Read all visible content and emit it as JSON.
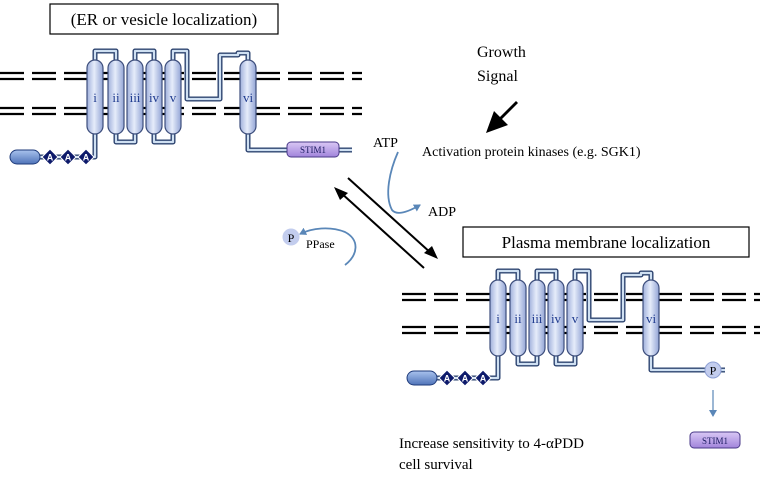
{
  "top_complex": {
    "label": "(ER or vesicle localization)",
    "helices": [
      "i",
      "ii",
      "iii",
      "iv",
      "v",
      "vi"
    ],
    "stim_label": "STIM1",
    "tail_letters": [
      "A",
      "A",
      "A"
    ]
  },
  "bottom_complex": {
    "label": "Plasma membrane localization",
    "helices": [
      "i",
      "ii",
      "iii",
      "iv",
      "v",
      "vi"
    ],
    "phospho_label": "P",
    "tail_letters": [
      "A",
      "A",
      "A"
    ]
  },
  "growth_signal": {
    "line1": "Growth",
    "line2": "Signal"
  },
  "kinase_text": "Activation  protein  kinases (e.g. SGK1)",
  "atp": "ATP",
  "adp": "ADP",
  "pi_label": "P",
  "ppase": "PPase",
  "released_stim": "STIM1",
  "outcome": {
    "line1": "Increase sensitivity to 4-αPDD",
    "line2": "cell survival"
  },
  "colors": {
    "helix_fill": "#c9d3ee",
    "helix_stroke": "#3d4e7c",
    "loop": "#4a6a9a",
    "stim_fill": "#b69ae6",
    "tail_fill": "#0d1a6b",
    "arrow_blue": "#5a87b8"
  }
}
